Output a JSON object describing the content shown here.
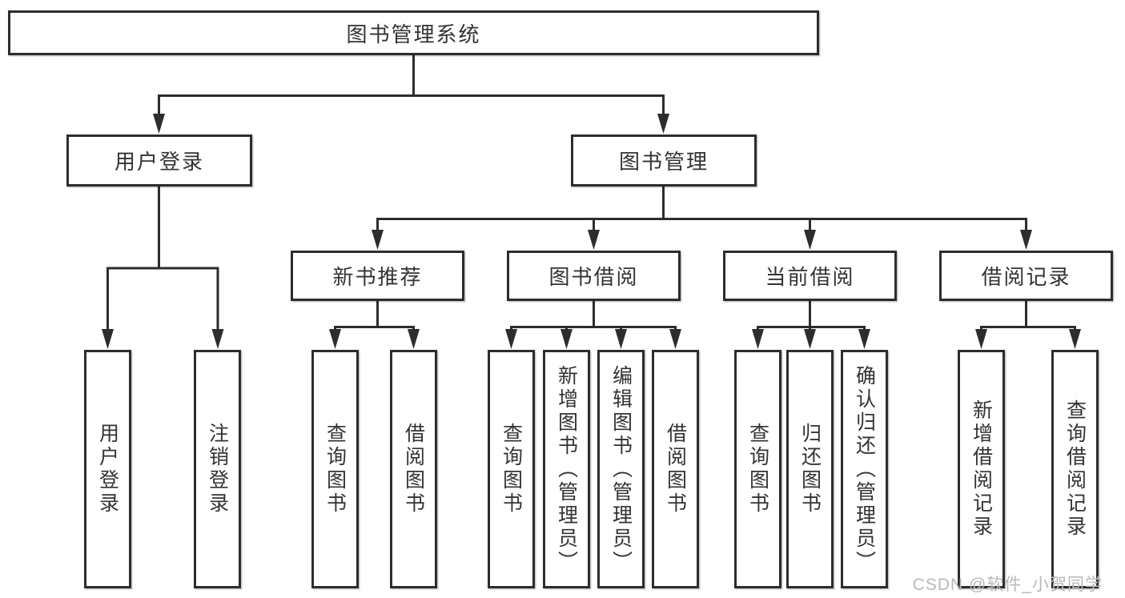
{
  "diagram": {
    "root": {
      "label": "图书管理系统"
    },
    "level2": [
      {
        "label": "用户登录"
      },
      {
        "label": "图书管理"
      }
    ],
    "level3": [
      {
        "label": "新书推荐"
      },
      {
        "label": "图书借阅"
      },
      {
        "label": "当前借阅"
      },
      {
        "label": "借阅记录"
      }
    ],
    "leaf_groups": [
      {
        "parent": "用户登录",
        "items": [
          {
            "label": "用户登录"
          },
          {
            "label": "注销登录"
          }
        ]
      },
      {
        "parent": "新书推荐",
        "items": [
          {
            "label": "查询图书"
          },
          {
            "label": "借阅图书"
          }
        ]
      },
      {
        "parent": "图书借阅",
        "items": [
          {
            "label": "查询图书"
          },
          {
            "label": "新增图书（管理员）"
          },
          {
            "label": "编辑图书（管理员）"
          },
          {
            "label": "借阅图书"
          }
        ]
      },
      {
        "parent": "当前借阅",
        "items": [
          {
            "label": "查询图书"
          },
          {
            "label": "归还图书"
          },
          {
            "label": "确认归还（管理员）"
          }
        ]
      },
      {
        "parent": "借阅记录",
        "items": [
          {
            "label": "新增借阅记录"
          },
          {
            "label": "查询借阅记录"
          }
        ]
      }
    ]
  },
  "watermark": {
    "text": "CSDN @软件_小贺同学"
  },
  "colors": {
    "line": "#2d2d2d",
    "box_border": "#2d2d2d",
    "box_background": "#ffffff",
    "text": "#333333",
    "watermark": "#b9b9b9"
  }
}
